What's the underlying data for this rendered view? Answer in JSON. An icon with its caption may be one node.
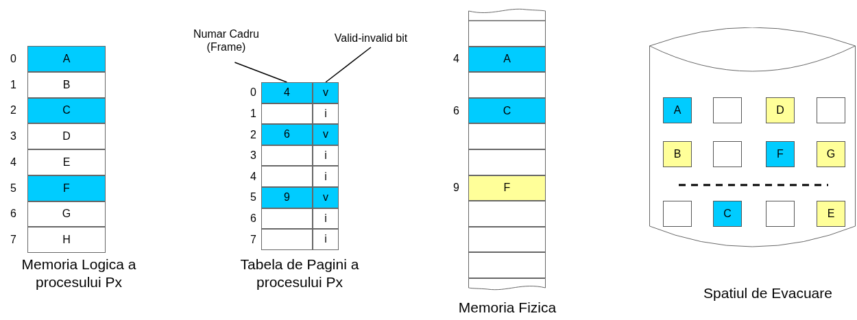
{
  "diagram": {
    "nodes": [
      {
        "text": [
          "Memoria Logica a procesului Px"
        ]
      },
      {
        "text": [
          "A"
        ],
        "in": 0,
        "beside": [
          "0"
        ]
      },
      {
        "text": [
          "B"
        ],
        "in": 0,
        "beside": [
          "1"
        ]
      },
      {
        "text": [
          "C"
        ],
        "in": 0,
        "beside": [
          "2"
        ]
      },
      {
        "text": [
          "D"
        ],
        "in": 0,
        "beside": [
          "3"
        ]
      },
      {
        "text": [
          "E"
        ],
        "in": 0,
        "beside": [
          "4"
        ]
      },
      {
        "text": [
          "F"
        ],
        "in": 0,
        "beside": [
          "5"
        ]
      },
      {
        "text": [
          "G"
        ],
        "in": 0,
        "beside": [
          "6"
        ]
      },
      {
        "text": [
          "H"
        ],
        "in": 0,
        "beside": [
          "7"
        ]
      },
      {
        "text": [
          "Numar Cadru (Frame)"
        ]
      },
      {
        "text": [
          "Valid-invalid bit"
        ]
      },
      {
        "text": [
          "Tabela de Pagini a procesului Px"
        ]
      },
      {
        "text": [
          "4"
        ],
        "in": 11,
        "beside": [
          "0"
        ]
      },
      {
        "text": [
          "v"
        ],
        "in": 11
      },
      {
        "text": [],
        "shape": "box",
        "in": 11,
        "beside": [
          "1"
        ]
      },
      {
        "text": [
          "i"
        ],
        "in": 11
      },
      {
        "text": [
          "6"
        ],
        "in": 11,
        "beside": [
          "2"
        ]
      },
      {
        "text": [
          "v"
        ],
        "in": 11
      },
      {
        "text": [],
        "shape": "box",
        "in": 11,
        "beside": [
          "3"
        ]
      },
      {
        "text": [
          "i"
        ],
        "in": 11
      },
      {
        "text": [],
        "shape": "box",
        "in": 11,
        "beside": [
          "4"
        ]
      },
      {
        "text": [
          "i"
        ],
        "in": 11
      },
      {
        "text": [
          "9"
        ],
        "in": 11,
        "beside": [
          "5"
        ]
      },
      {
        "text": [
          "v"
        ],
        "in": 11
      },
      {
        "text": [],
        "shape": "box",
        "in": 11,
        "beside": [
          "6"
        ]
      },
      {
        "text": [
          "i"
        ],
        "in": 11
      },
      {
        "text": [],
        "shape": "box",
        "in": 11,
        "beside": [
          "7"
        ]
      },
      {
        "text": [
          "i"
        ],
        "in": 11
      },
      {
        "text": [
          "Memoria Fizica"
        ]
      },
      {
        "text": [],
        "shape": "box",
        "in": 28
      },
      {
        "text": [],
        "shape": "box",
        "in": 28
      },
      {
        "text": [
          "A"
        ],
        "in": 28,
        "beside": [
          "4"
        ]
      },
      {
        "text": [],
        "shape": "box",
        "in": 28
      },
      {
        "text": [
          "C"
        ],
        "in": 28,
        "beside": [
          "6"
        ]
      },
      {
        "text": [],
        "shape": "box",
        "in": 28
      },
      {
        "text": [],
        "shape": "box",
        "in": 28
      },
      {
        "text": [
          "F"
        ],
        "in": 28,
        "beside": [
          "9"
        ]
      },
      {
        "text": [],
        "shape": "box",
        "in": 28
      },
      {
        "text": [],
        "shape": "box",
        "in": 28
      },
      {
        "text": [],
        "shape": "box",
        "in": 28
      },
      {
        "text": [],
        "shape": "box",
        "in": 28
      },
      {
        "text": [
          "Spatiul de Evacuare"
        ]
      },
      {
        "text": [
          "A"
        ],
        "in": 41
      },
      {
        "text": [],
        "shape": "box",
        "in": 41
      },
      {
        "text": [
          "D"
        ],
        "in": 41
      },
      {
        "text": [],
        "shape": "box",
        "in": 41
      },
      {
        "text": [
          "B"
        ],
        "in": 41
      },
      {
        "text": [],
        "shape": "box",
        "in": 41
      },
      {
        "text": [
          "F"
        ],
        "in": 41
      },
      {
        "text": [
          "G"
        ],
        "in": 41
      },
      {
        "text": [],
        "shape": "box",
        "in": 41
      },
      {
        "text": [
          "C"
        ],
        "in": 41
      },
      {
        "text": [],
        "shape": "box",
        "in": 41
      },
      {
        "text": [
          "E"
        ],
        "in": 41
      }
    ],
    "edges": [
      {
        "from": 9,
        "to": 12,
        "arrow": "none"
      },
      {
        "from": 10,
        "to": 13,
        "arrow": "none"
      }
    ]
  }
}
